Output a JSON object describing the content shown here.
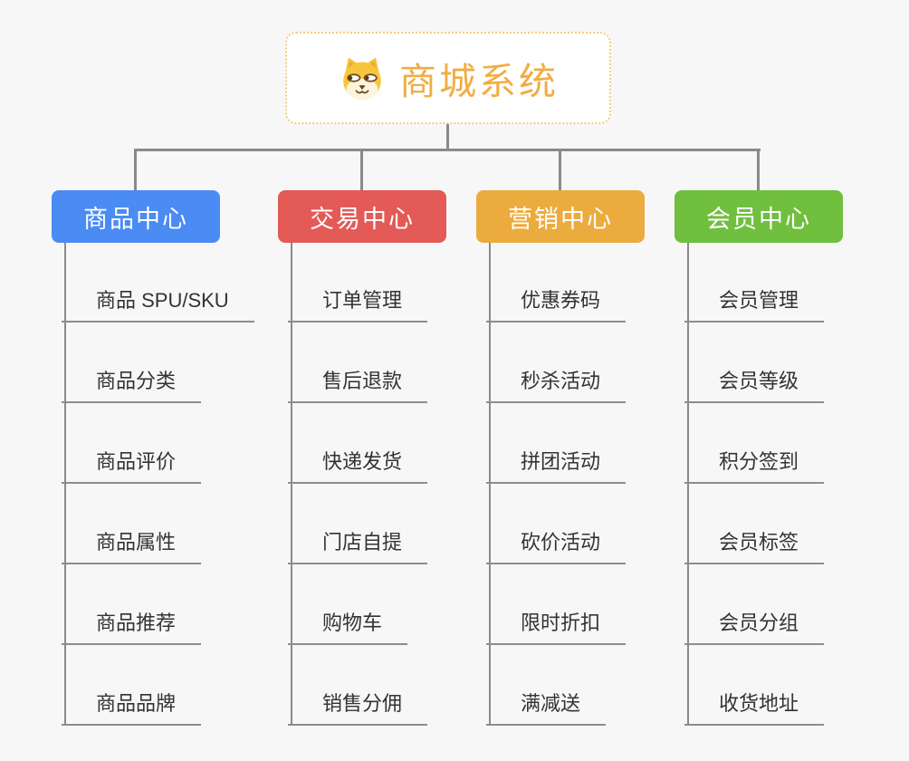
{
  "root": {
    "title": "商城系统",
    "icon": "shiba-dog-face-icon",
    "text_color": "#f0ad43",
    "border_color": "#f6ca80"
  },
  "connector_color": "#8a8a8a",
  "background_color": "#f7f7f7",
  "branches": [
    {
      "label": "商品中心",
      "color": "#4a8bf4",
      "children": [
        "商品 SPU/SKU",
        "商品分类",
        "商品评价",
        "商品属性",
        "商品推荐",
        "商品品牌"
      ]
    },
    {
      "label": "交易中心",
      "color": "#e35a57",
      "children": [
        "订单管理",
        "售后退款",
        "快递发货",
        "门店自提",
        "购物车",
        "销售分佣"
      ]
    },
    {
      "label": "营销中心",
      "color": "#ecab3f",
      "children": [
        "优惠券码",
        "秒杀活动",
        "拼团活动",
        "砍价活动",
        "限时折扣",
        "满减送"
      ]
    },
    {
      "label": "会员中心",
      "color": "#70bf3f",
      "children": [
        "会员管理",
        "会员等级",
        "积分签到",
        "会员标签",
        "会员分组",
        "收货地址"
      ]
    }
  ]
}
